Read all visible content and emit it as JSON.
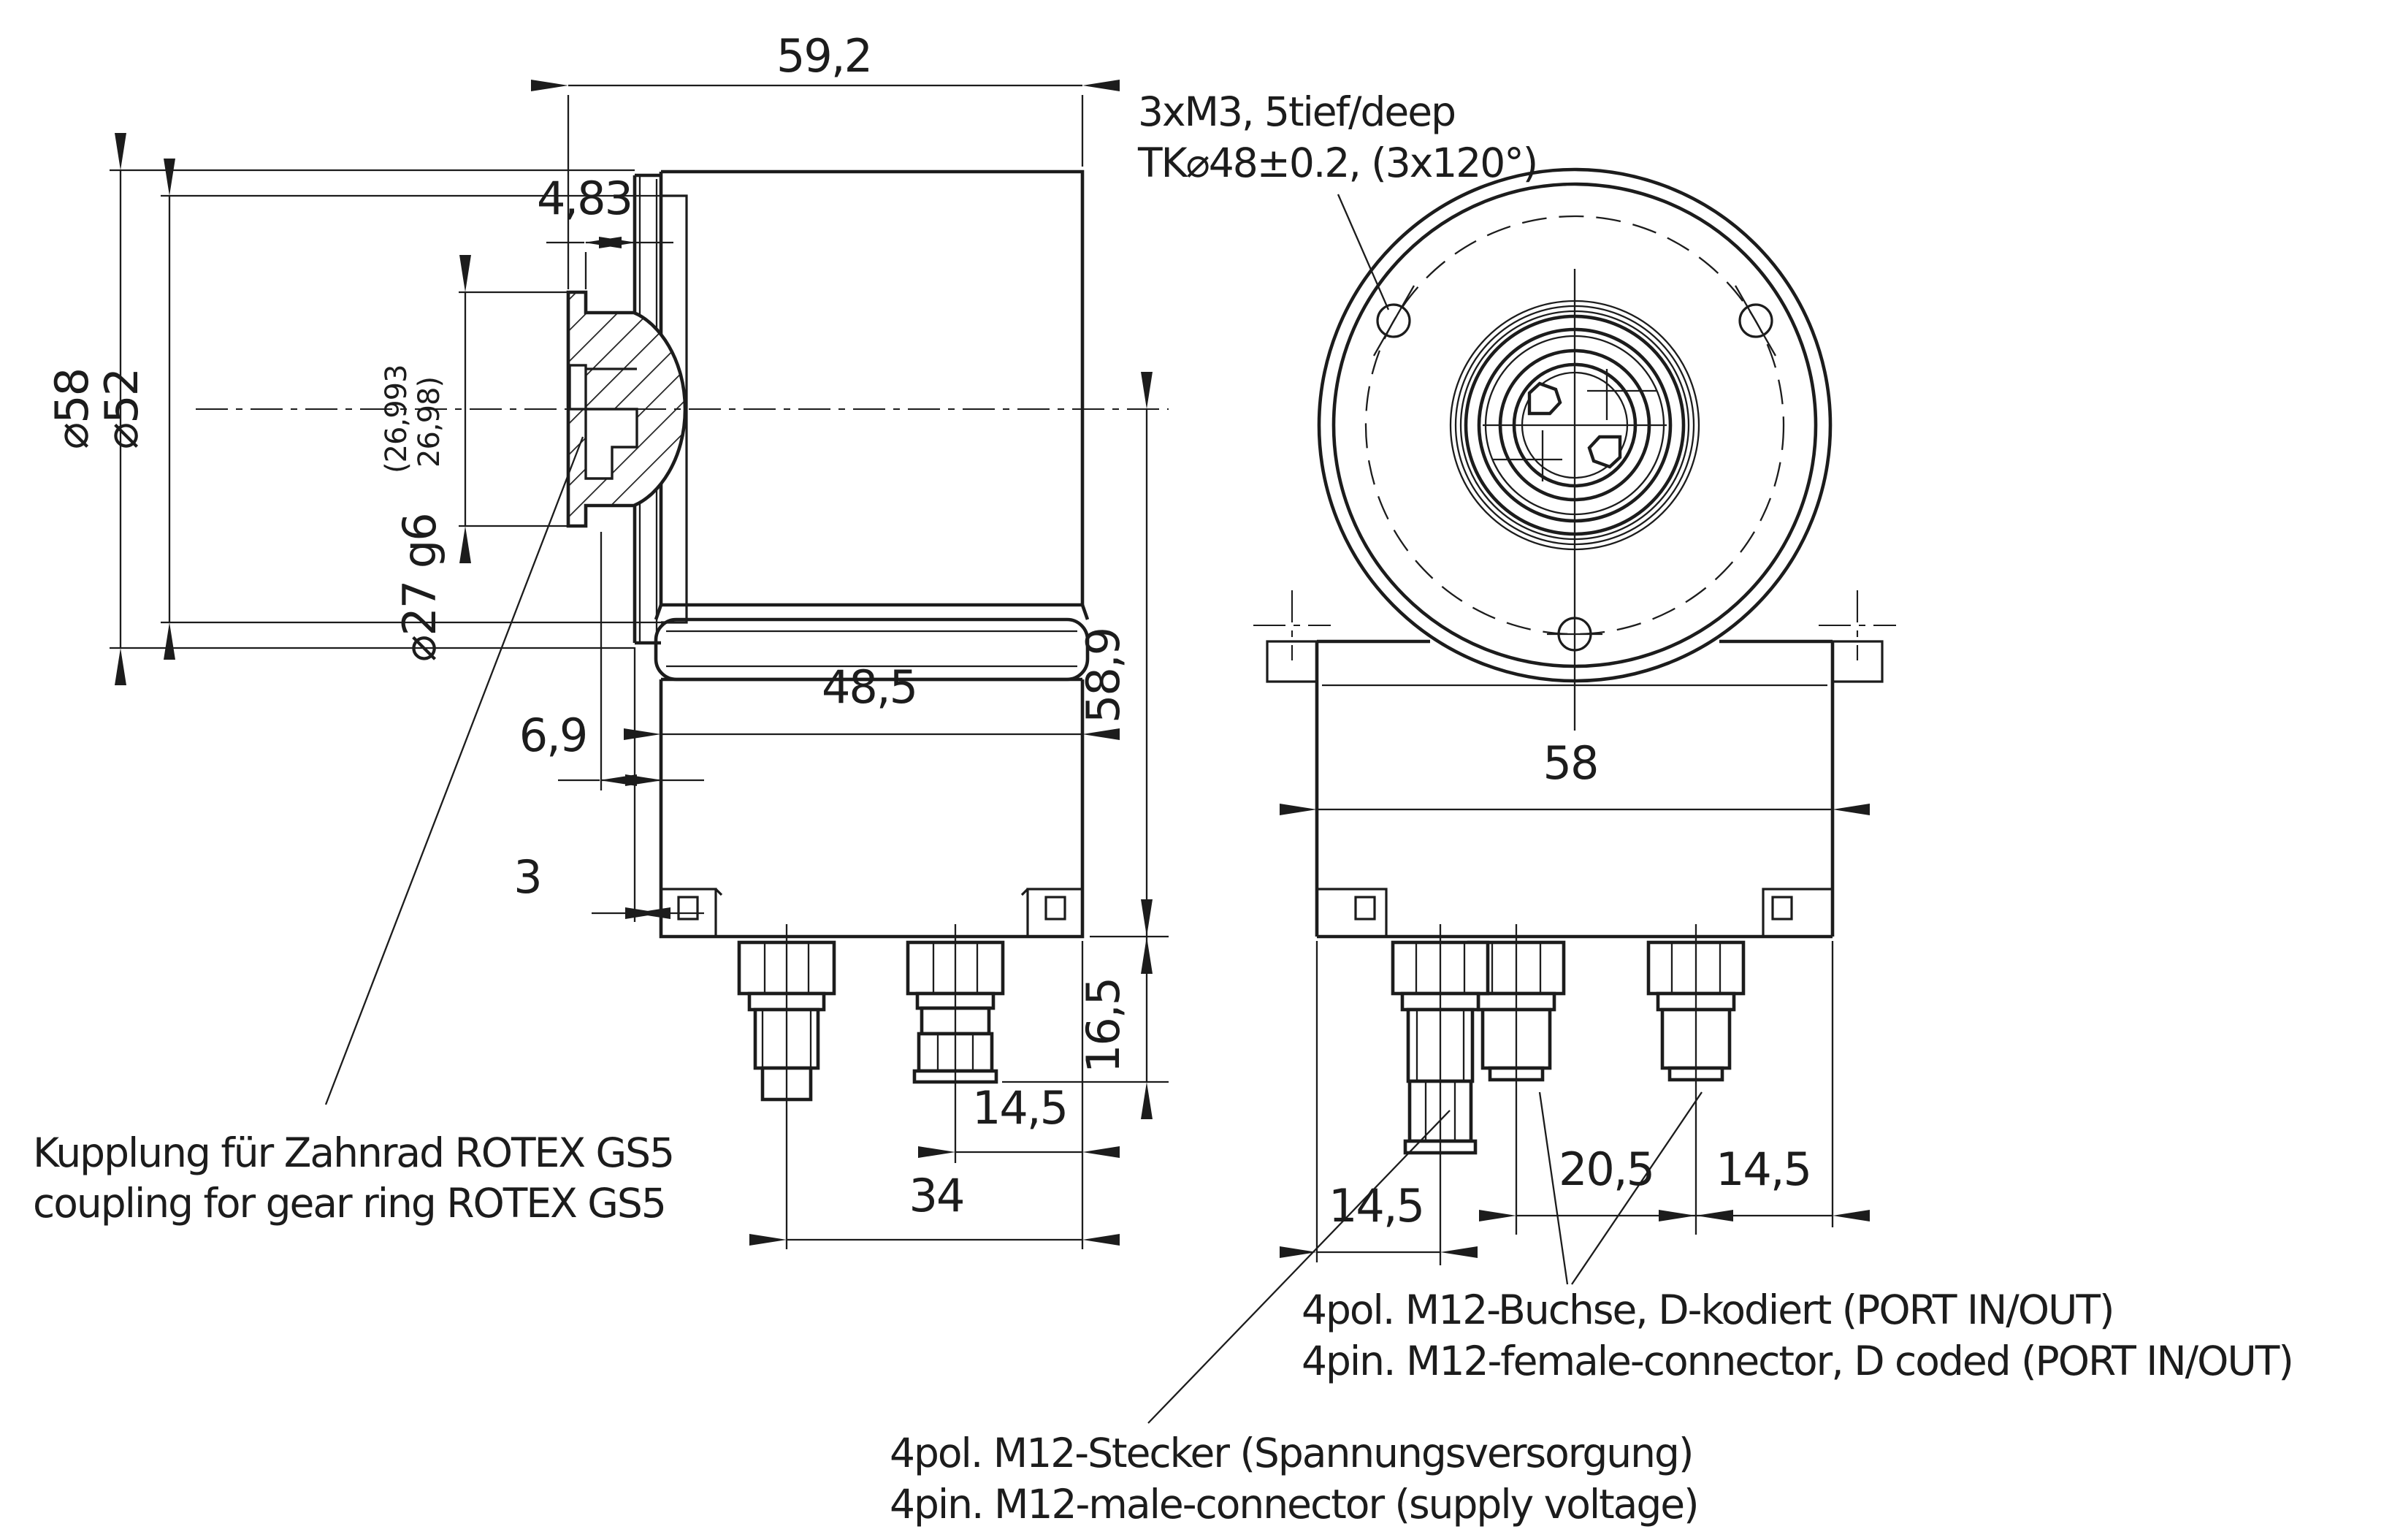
{
  "colors": {
    "line": "#1c1c1c",
    "background": "#ffffff"
  },
  "side_view": {
    "dimensions": {
      "total_depth": "59,2",
      "flange_diameter": "⌀58",
      "pilot_diameter": "⌀52",
      "coupling_diameter": "⌀27 g6",
      "coupling_tolerance_upper": "(26,993",
      "coupling_tolerance_lower": "26,98)",
      "coupling_offset": "4,83",
      "shaft_protrusion": "6,9",
      "plate_thickness": "3",
      "housing_depth": "48,5",
      "housing_height": "58,9",
      "connector_height": "16,5",
      "male_connector_offset": "14,5",
      "female_connector_offset": "34"
    },
    "coupling_note": {
      "de": "Kupplung für Zahnrad ROTEX GS5",
      "en": "coupling for gear ring ROTEX GS5"
    }
  },
  "front_view": {
    "thread_note": {
      "line1": "3xM3, 5tief/deep",
      "line2": "TK⌀48±0.2, (3x120°)"
    },
    "dimensions": {
      "housing_width": "58",
      "male_connector_offset": "14,5",
      "female_connector_spacing": "20,5",
      "female_connector_offset": "14,5"
    },
    "female_connector_note": {
      "de": "4pol. M12-Buchse, D-kodiert (PORT IN/OUT)",
      "en": "4pin. M12-female-connector, D coded (PORT IN/OUT)"
    },
    "male_connector_note": {
      "de": "4pol. M12-Stecker (Spannungsversorgung)",
      "en": "4pin. M12-male-connector (supply voltage)"
    }
  }
}
